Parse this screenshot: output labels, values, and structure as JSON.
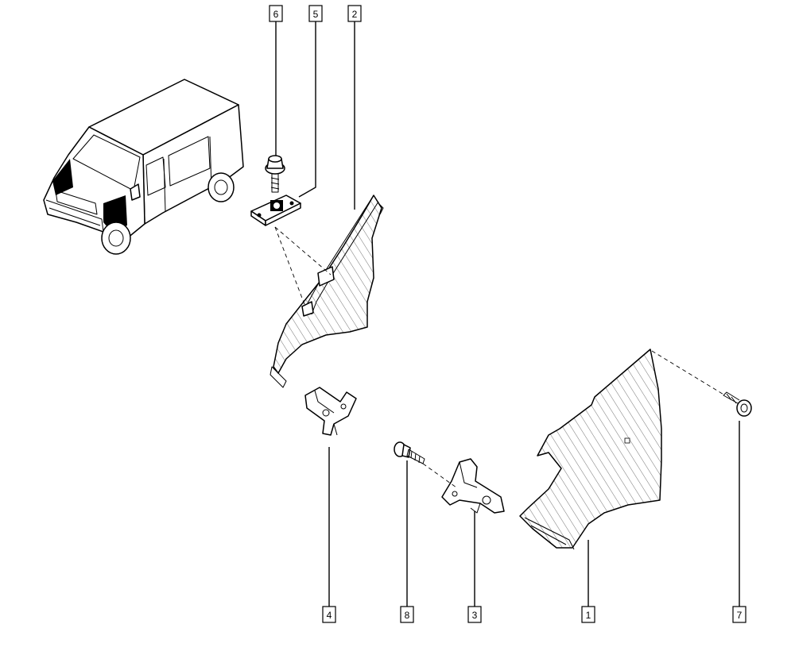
{
  "callouts": [
    {
      "label": "6"
    },
    {
      "label": "5"
    },
    {
      "label": "2"
    },
    {
      "label": "4"
    },
    {
      "label": "8"
    },
    {
      "label": "3"
    },
    {
      "label": "1"
    },
    {
      "label": "7"
    }
  ]
}
